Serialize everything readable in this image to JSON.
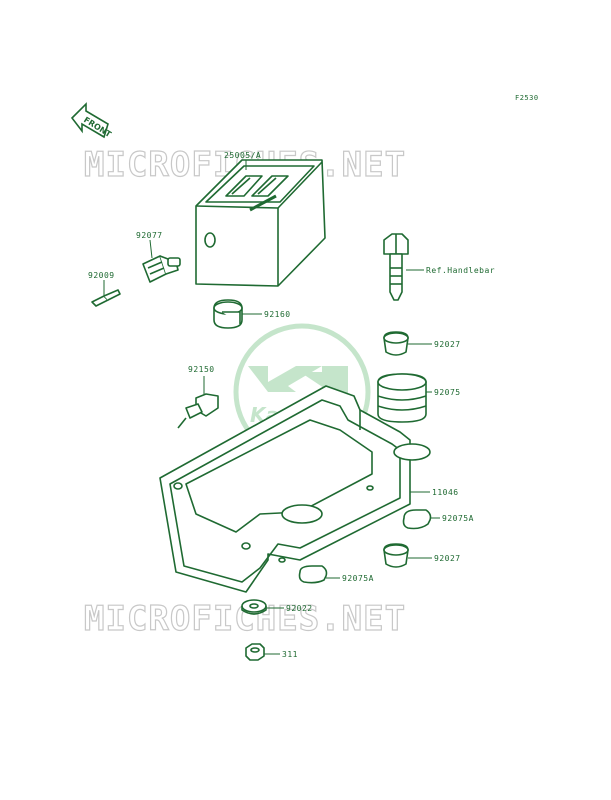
{
  "diagram": {
    "code": "F2530",
    "direction_label": "FRONT",
    "watermark_text": "MICROFICHES.NET",
    "logo_text": "Kawasaki",
    "labels": {
      "p25005": "25005/A",
      "p92077": "92077",
      "p92009": "92009",
      "p92160": "92160",
      "ref_handlebar": "Ref.Handlebar",
      "p92027_top": "92027",
      "p92075": "92075",
      "p92150": "92150",
      "p11046": "11046",
      "p92075a_right": "92075A",
      "p92027_bottom": "92027",
      "p92075a_left": "92075A",
      "p92022": "92022",
      "p311": "311"
    }
  },
  "colors": {
    "line": "#1f6a32",
    "watermark": "#c8c8c8",
    "logo": "#bfe3c6"
  }
}
